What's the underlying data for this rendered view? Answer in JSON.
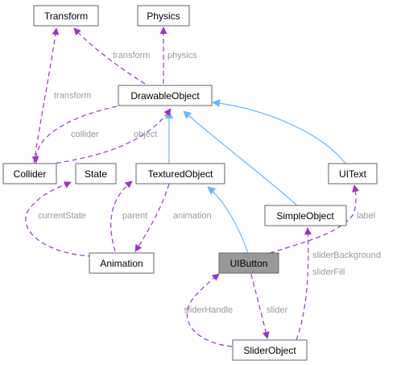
{
  "nodes": {
    "transform": "Transform",
    "physics": "Physics",
    "drawable_object": "DrawableObject",
    "collider": "Collider",
    "state": "State",
    "textured_object": "TexturedObject",
    "ui_text": "UIText",
    "simple_object": "SimpleObject",
    "animation": "Animation",
    "ui_button": "UIButton",
    "slider_object": "SliderObject"
  },
  "edge_labels": {
    "transform_drawable": "transform",
    "physics_drawable": "physics",
    "transform_collider": "transform",
    "collider": "collider",
    "object": "object",
    "current_state": "currentState",
    "parent": "parent",
    "animation": "animation",
    "label": "label",
    "slider_background": "sliderBackground",
    "slider_fill": "sliderFill",
    "slider_handle": "sliderHandle",
    "slider": "slider"
  },
  "colors": {
    "inheritance": "#63b8ff",
    "usage": "#9a32cd",
    "focus_node": "#999999"
  }
}
